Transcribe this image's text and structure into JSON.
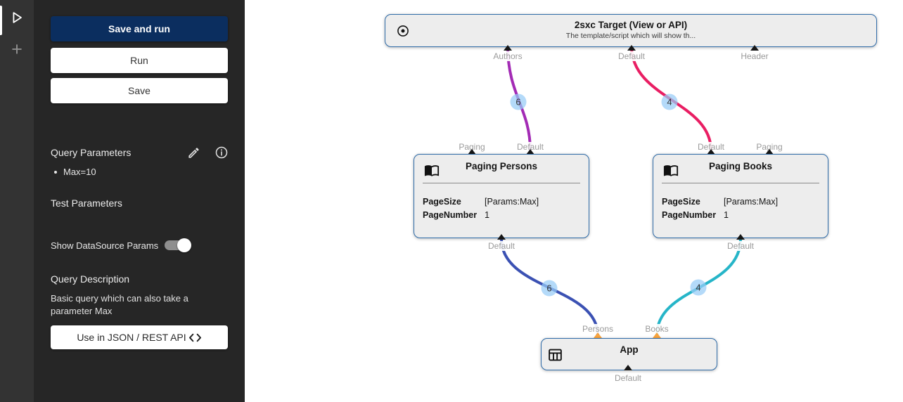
{
  "rail": {
    "add_label": "+"
  },
  "sidebar": {
    "save_and_run": "Save and run",
    "run": "Run",
    "save": "Save",
    "query_parameters_title": "Query Parameters",
    "query_parameter_items": [
      "Max=10"
    ],
    "test_parameters_title": "Test Parameters",
    "show_datasource_label": "Show DataSource Params",
    "show_datasource_enabled": true,
    "query_description_title": "Query Description",
    "query_description_text": "Basic query which can also take a parameter Max",
    "rest_api_label": "Use in JSON / REST API"
  },
  "canvas": {
    "nodes": [
      {
        "title": "2sxc Target (View or API)",
        "subtitle": "The template/script which will show th...",
        "icon": "target-icon",
        "bottom_ports": [
          "Authors",
          "Default",
          "Header"
        ]
      },
      {
        "title": "Paging Persons",
        "icon": "book-icon",
        "top_ports": [
          "Paging",
          "Default"
        ],
        "bottom_ports": [
          "Default"
        ],
        "params": [
          {
            "name": "PageSize",
            "value": "[Params:Max]"
          },
          {
            "name": "PageNumber",
            "value": "1"
          }
        ]
      },
      {
        "title": "Paging Books",
        "icon": "book-icon",
        "top_ports": [
          "Default",
          "Paging"
        ],
        "bottom_ports": [
          "Default"
        ],
        "params": [
          {
            "name": "PageSize",
            "value": "[Params:Max]"
          },
          {
            "name": "PageNumber",
            "value": "1"
          }
        ]
      },
      {
        "title": "App",
        "icon": "table-icon",
        "top_ports": [
          "Persons",
          "Books"
        ],
        "bottom_ports": [
          "Default"
        ]
      }
    ],
    "connections": [
      {
        "count": "6",
        "color": "#a32bb5"
      },
      {
        "count": "4",
        "color": "#e91e63"
      },
      {
        "count": "6",
        "color": "#3b51b3"
      },
      {
        "count": "4",
        "color": "#26b5c8"
      }
    ]
  },
  "colors": {
    "primary_button": "#0b2e5f",
    "node_border": "#2e6ba8",
    "badge_bg": "#97ccf6",
    "app_in_port": "#f9a43f",
    "rail_bg": "#333333",
    "sidebar_bg": "#262626"
  }
}
